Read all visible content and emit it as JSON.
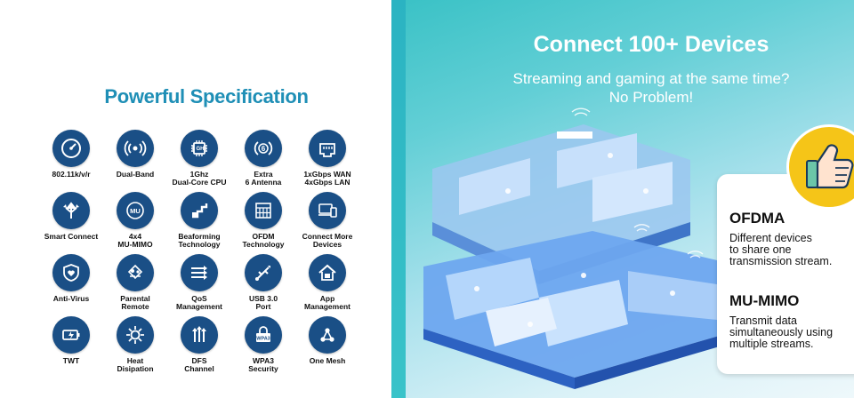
{
  "specs": {
    "title": "Powerful Specification",
    "items": [
      {
        "label": "802.11k/v/r",
        "icon": "speedometer-icon"
      },
      {
        "label": "Dual-Band",
        "icon": "wifi-signal-icon"
      },
      {
        "label": "1Ghz\nDual-Core CPU",
        "icon": "cpu-chip-icon",
        "icon_text": "1\nGHz"
      },
      {
        "label": "Extra\n6 Antenna",
        "icon": "antenna-icon",
        "icon_text": "6"
      },
      {
        "label": "1xGbps WAN\n4xGbps LAN",
        "icon": "ethernet-port-icon"
      },
      {
        "label": "Smart Connect",
        "icon": "smart-connect-arrows-icon"
      },
      {
        "label": "4x4\nMU-MIMO",
        "icon": "mu-mimo-icon",
        "icon_text": "MU"
      },
      {
        "label": "Beaforming\nTechnology",
        "icon": "beamforming-icon"
      },
      {
        "label": "OFDM\nTechnology",
        "icon": "ofdm-grid-icon"
      },
      {
        "label": "Connect More\nDevices",
        "icon": "devices-icon"
      },
      {
        "label": "Anti-Virus",
        "icon": "shield-heart-icon"
      },
      {
        "label": "Parental\nRemote",
        "icon": "parental-control-icon"
      },
      {
        "label": "QoS\nManagement",
        "icon": "qos-arrows-icon"
      },
      {
        "label": "USB 3.0\nPort",
        "icon": "usb-icon"
      },
      {
        "label": "App\nManagement",
        "icon": "home-app-icon"
      },
      {
        "label": "TWT",
        "icon": "battery-icon"
      },
      {
        "label": "Heat\nDisipation",
        "icon": "heat-sun-icon"
      },
      {
        "label": "DFS\nChannel",
        "icon": "dfs-arrows-icon"
      },
      {
        "label": "WPA3\nSecurity",
        "icon": "wpa3-lock-icon",
        "icon_text": "WPA3"
      },
      {
        "label": "One Mesh",
        "icon": "mesh-nodes-icon"
      }
    ]
  },
  "promo": {
    "title": "Connect 100+ Devices",
    "subtitle_line1": "Streaming and gaming at the same time?",
    "subtitle_line2": "No Problem!"
  },
  "features": {
    "ofdma_title": "OFDMA",
    "ofdma_line1": "Different devices",
    "ofdma_line2": "to share one",
    "ofdma_line3": "transmission stream.",
    "mumimo_title": "MU-MIMO",
    "mumimo_line1": "Transmit data",
    "mumimo_line2": "simultaneously using",
    "mumimo_line3": "multiple streams."
  },
  "colors": {
    "title_blue": "#1f8fb6",
    "icon_navy": "#1a4f86",
    "teal": "#3bc2c6",
    "thumb_yellow": "#f5c518"
  }
}
